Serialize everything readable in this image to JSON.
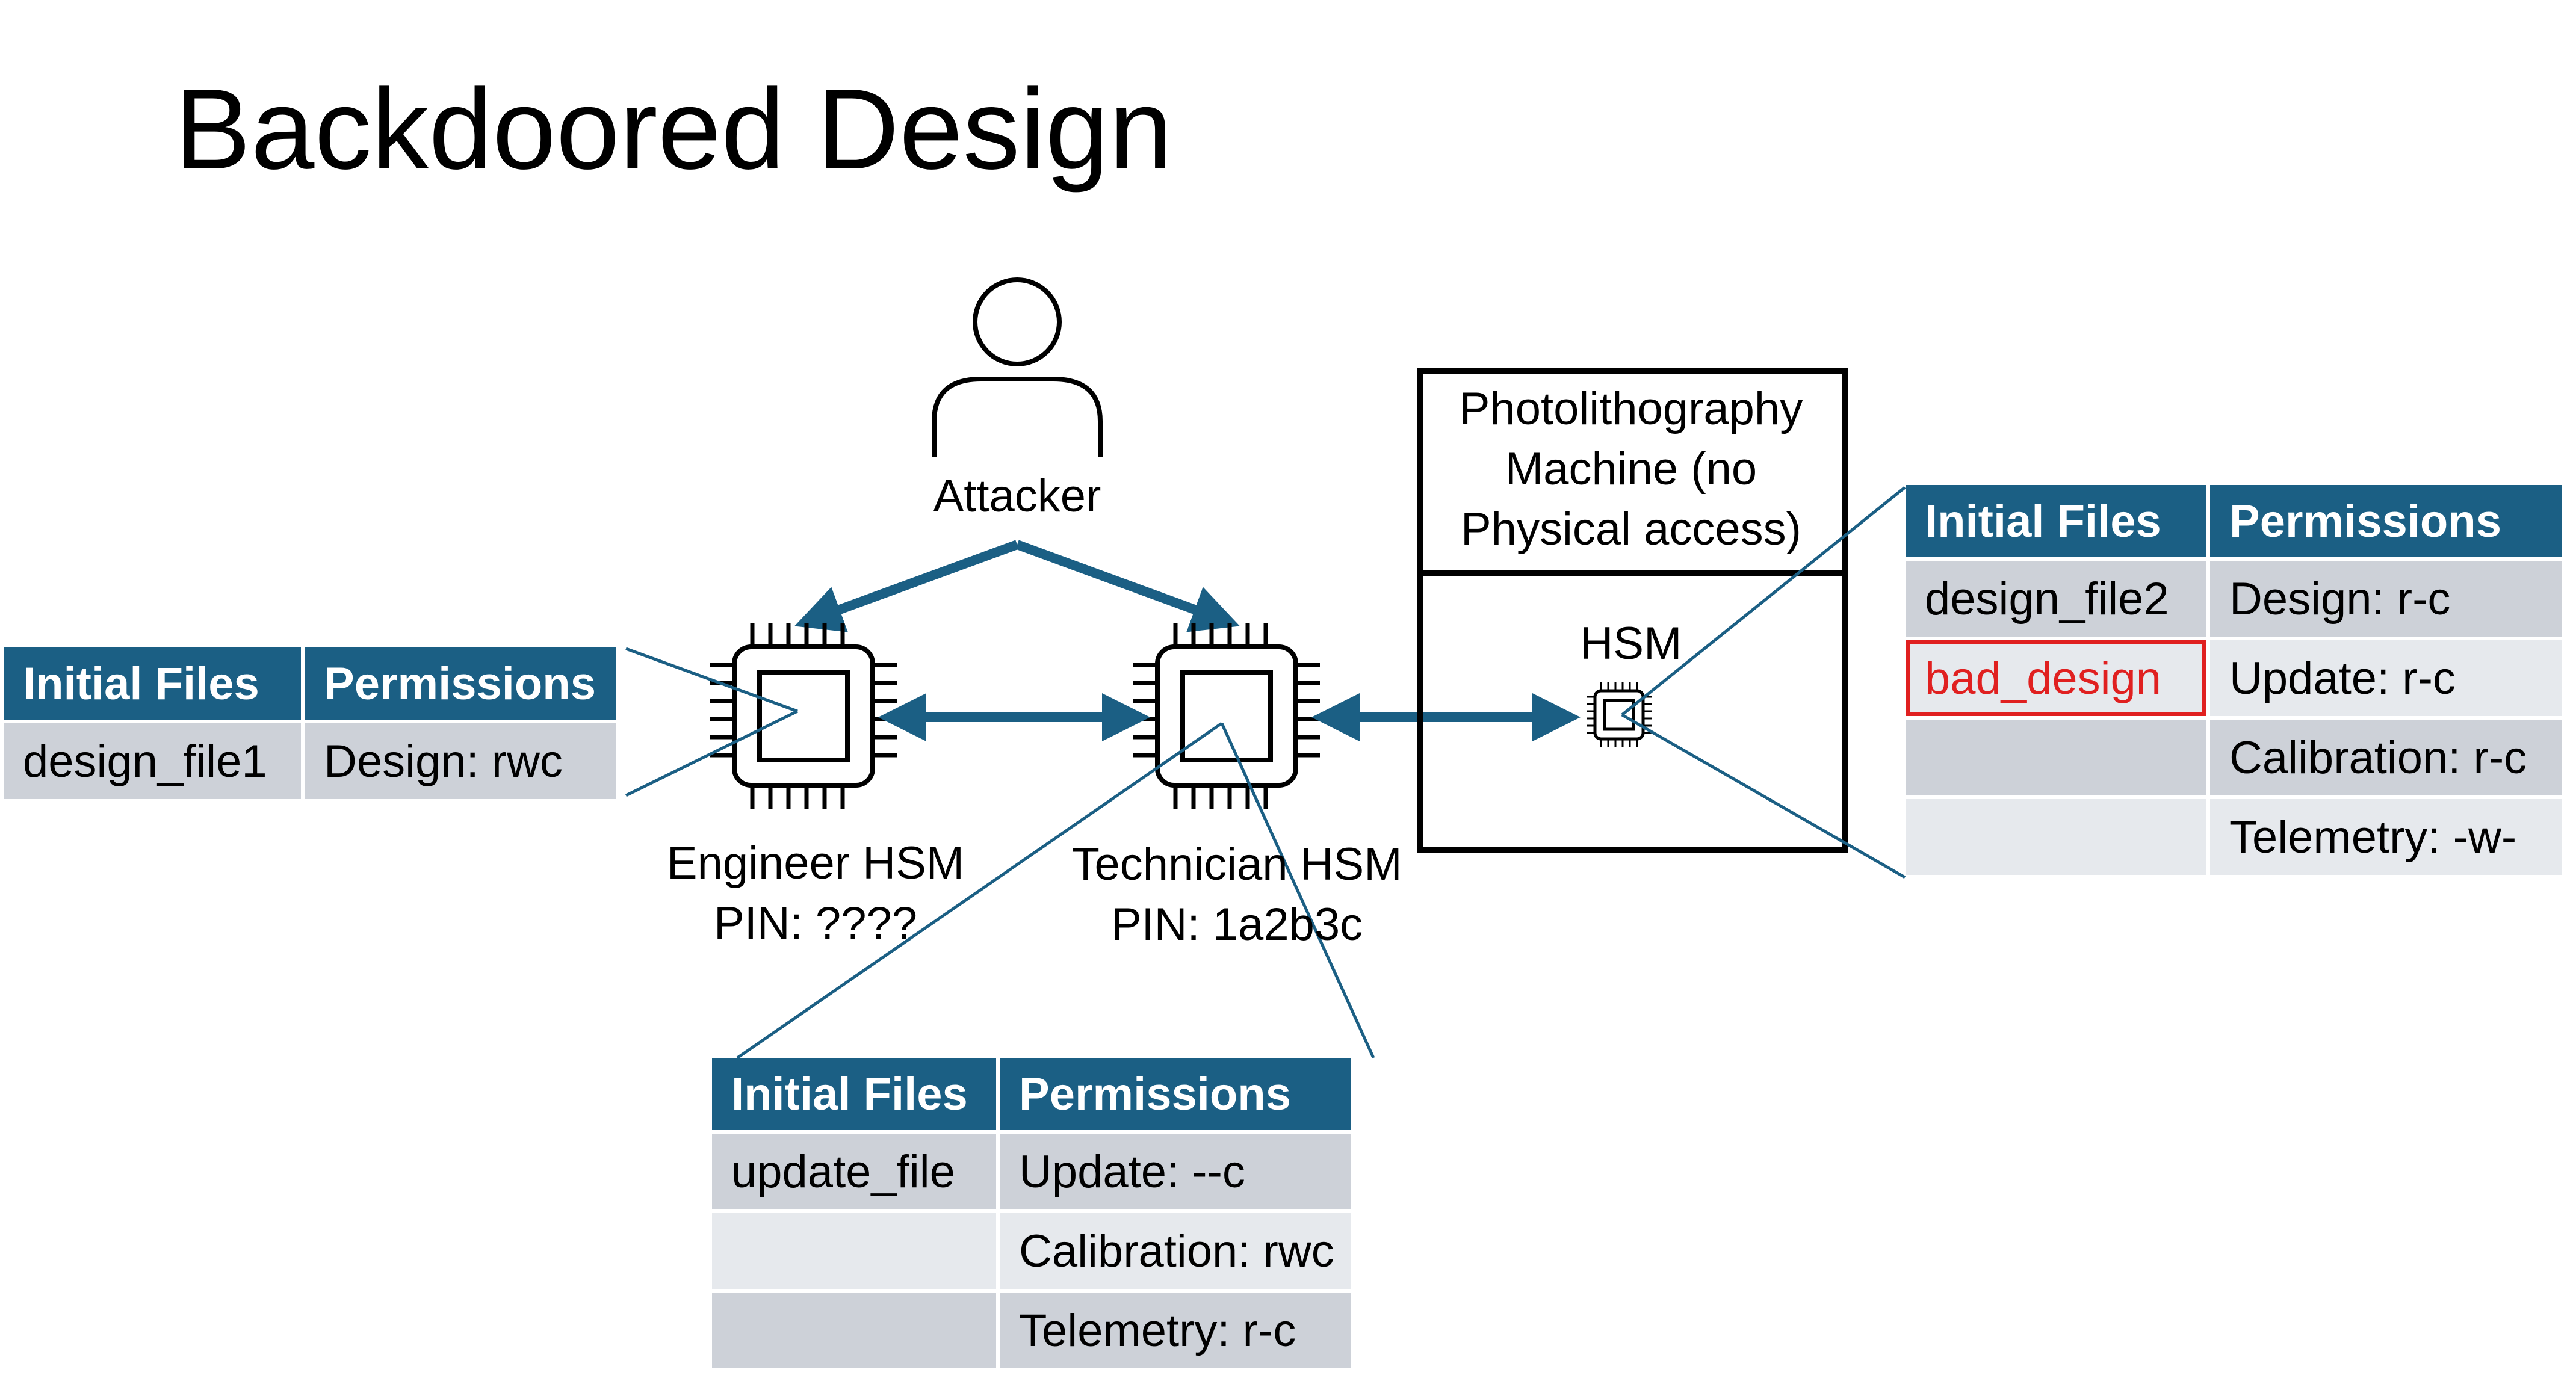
{
  "title": "Backdoored Design",
  "attacker": {
    "label": "Attacker"
  },
  "engineer": {
    "name": "Engineer HSM",
    "pin": "PIN: ????"
  },
  "technician": {
    "name": "Technician HSM",
    "pin": "PIN: 1a2b3c"
  },
  "machine": {
    "label_lines": [
      "Photolithography",
      "Machine (no",
      "Physical access)"
    ],
    "hsm_label": "HSM"
  },
  "tables": {
    "engineer": {
      "headers": [
        "Initial Files",
        "Permissions"
      ],
      "rows": [
        [
          "design_file1",
          "Design: rwc"
        ]
      ]
    },
    "technician": {
      "headers": [
        "Initial Files",
        "Permissions"
      ],
      "rows": [
        [
          "update_file",
          "Update: --c"
        ],
        [
          "",
          "Calibration: rwc"
        ],
        [
          "",
          "Telemetry: r-c"
        ]
      ]
    },
    "machine": {
      "headers": [
        "Initial Files",
        "Permissions"
      ],
      "rows": [
        [
          "design_file2",
          "Design: r-c"
        ],
        [
          "bad_design",
          "Update: r-c"
        ],
        [
          "",
          "Calibration: r-c"
        ],
        [
          "",
          "Telemetry: -w-"
        ]
      ]
    }
  },
  "colors": {
    "arrow": "#1b5f84",
    "header": "#1b5f84",
    "highlight": "#e02020"
  }
}
